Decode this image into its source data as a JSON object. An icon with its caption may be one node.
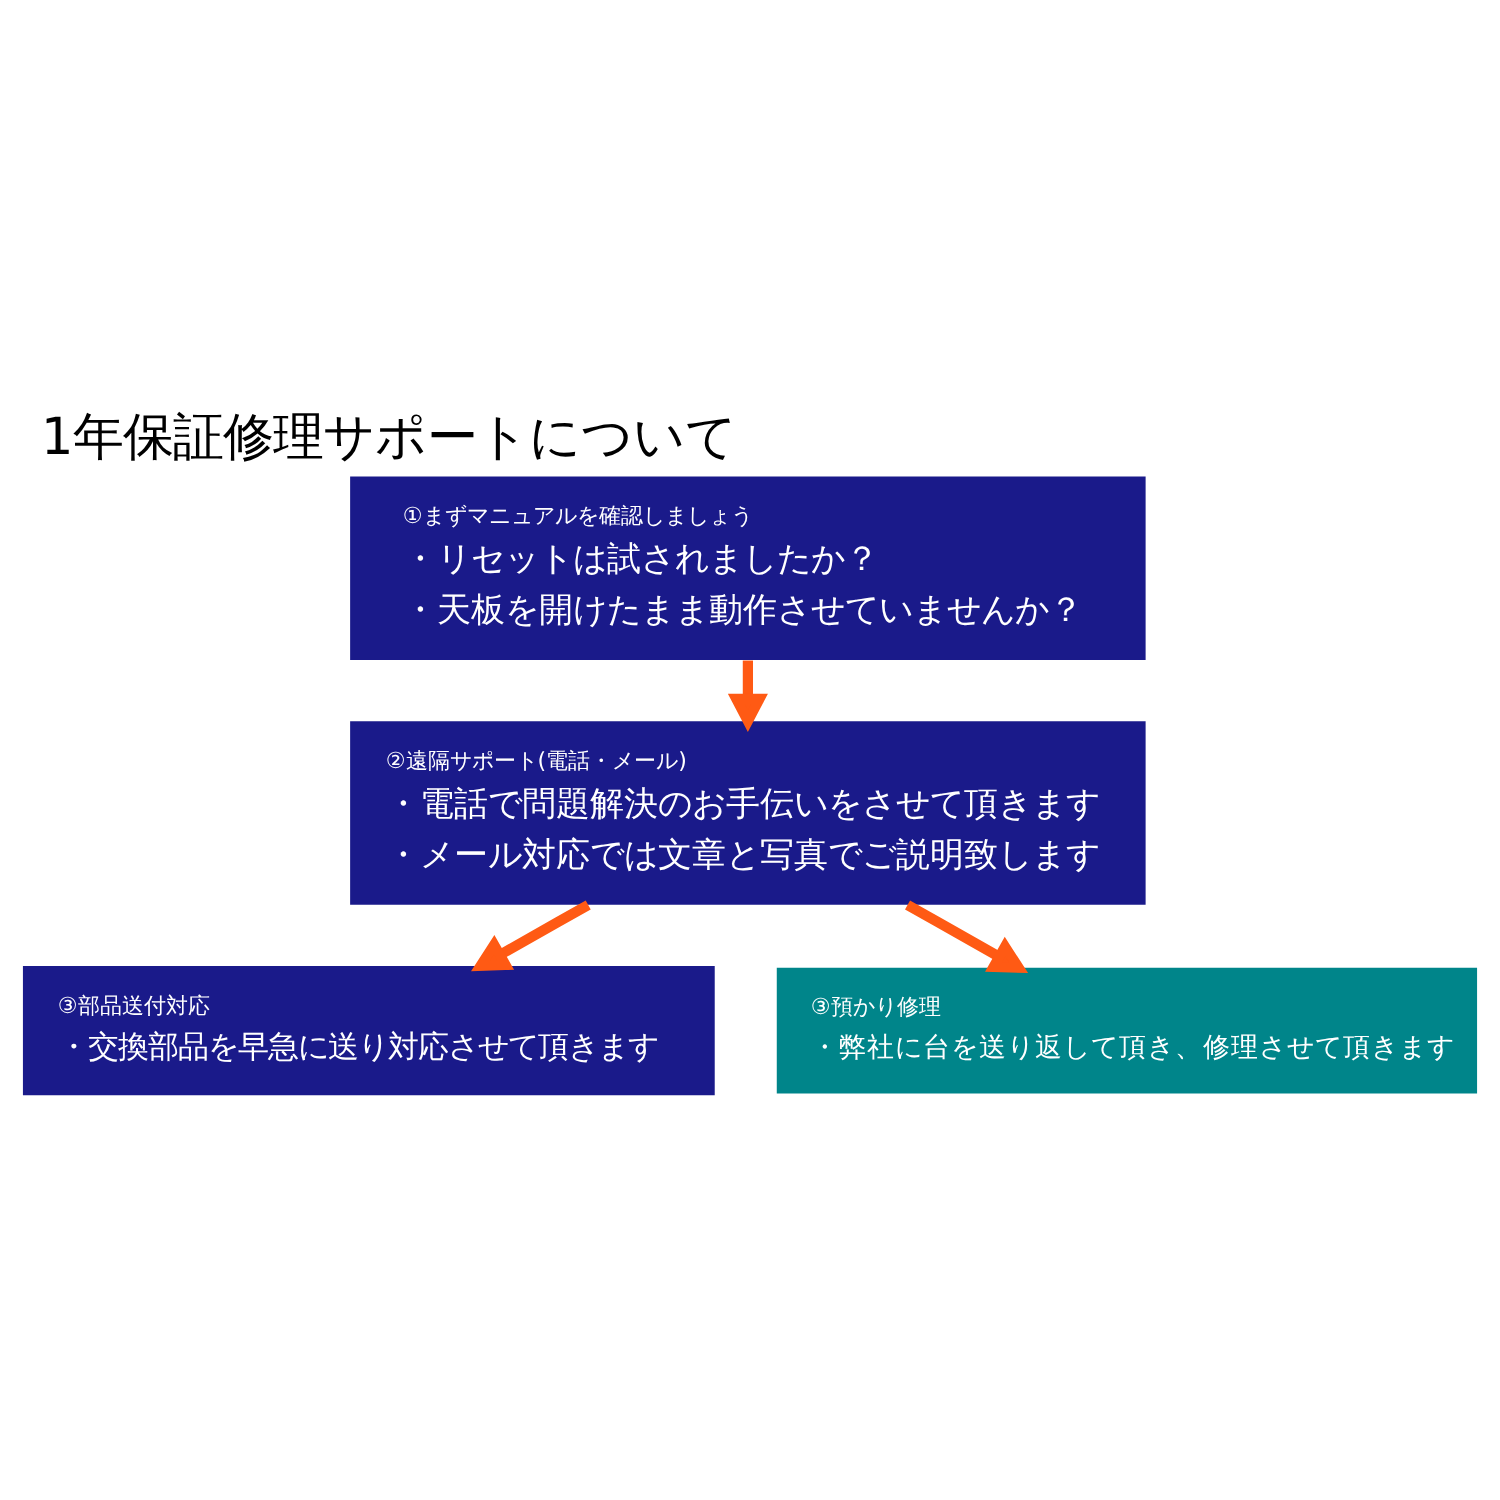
{
  "diagram": {
    "title": "1年保証修理サポートについて",
    "nodes": [
      {
        "text": [
          "①まずマニュアルを確認しましょう",
          "・リセットは試されましたか？",
          "・天板を開けたまま動作させていませんか？"
        ]
      },
      {
        "text": [
          "②遠隔サポート(電話・メール)",
          "・電話で問題解決のお手伝いをさせて頂きます",
          "・メール対応では文章と写真でご説明致します"
        ]
      },
      {
        "text": [
          "③部品送付対応",
          "・交換部品を早急に送り対応させて頂きます"
        ]
      },
      {
        "text": [
          "③預かり修理",
          "・弊社に台を送り返して頂き、修理させて頂きます"
        ]
      }
    ],
    "edges": [
      {
        "from": 0,
        "to": 1,
        "arrow": "to"
      },
      {
        "from": 1,
        "to": 2,
        "arrow": "to"
      },
      {
        "from": 1,
        "to": 3,
        "arrow": "to"
      }
    ]
  }
}
